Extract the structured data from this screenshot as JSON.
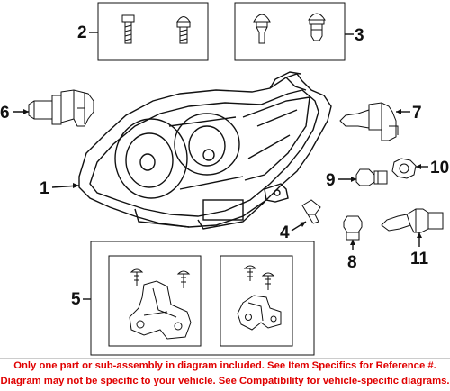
{
  "callouts": {
    "c1": "1",
    "c2": "2",
    "c3": "3",
    "c4": "4",
    "c5": "5",
    "c6": "6",
    "c7": "7",
    "c8": "8",
    "c9": "9",
    "c10": "10",
    "c11": "11"
  },
  "disclaimer": {
    "line1": "Only one part or sub-assembly in diagram included. See Item Specifics for Reference #.",
    "line2": "Diagram may not be specific to your vehicle. See Compatibility for vehicle-specific diagrams."
  },
  "colors": {
    "disclaimer_text": "#e00000",
    "line_art": "#111111"
  }
}
